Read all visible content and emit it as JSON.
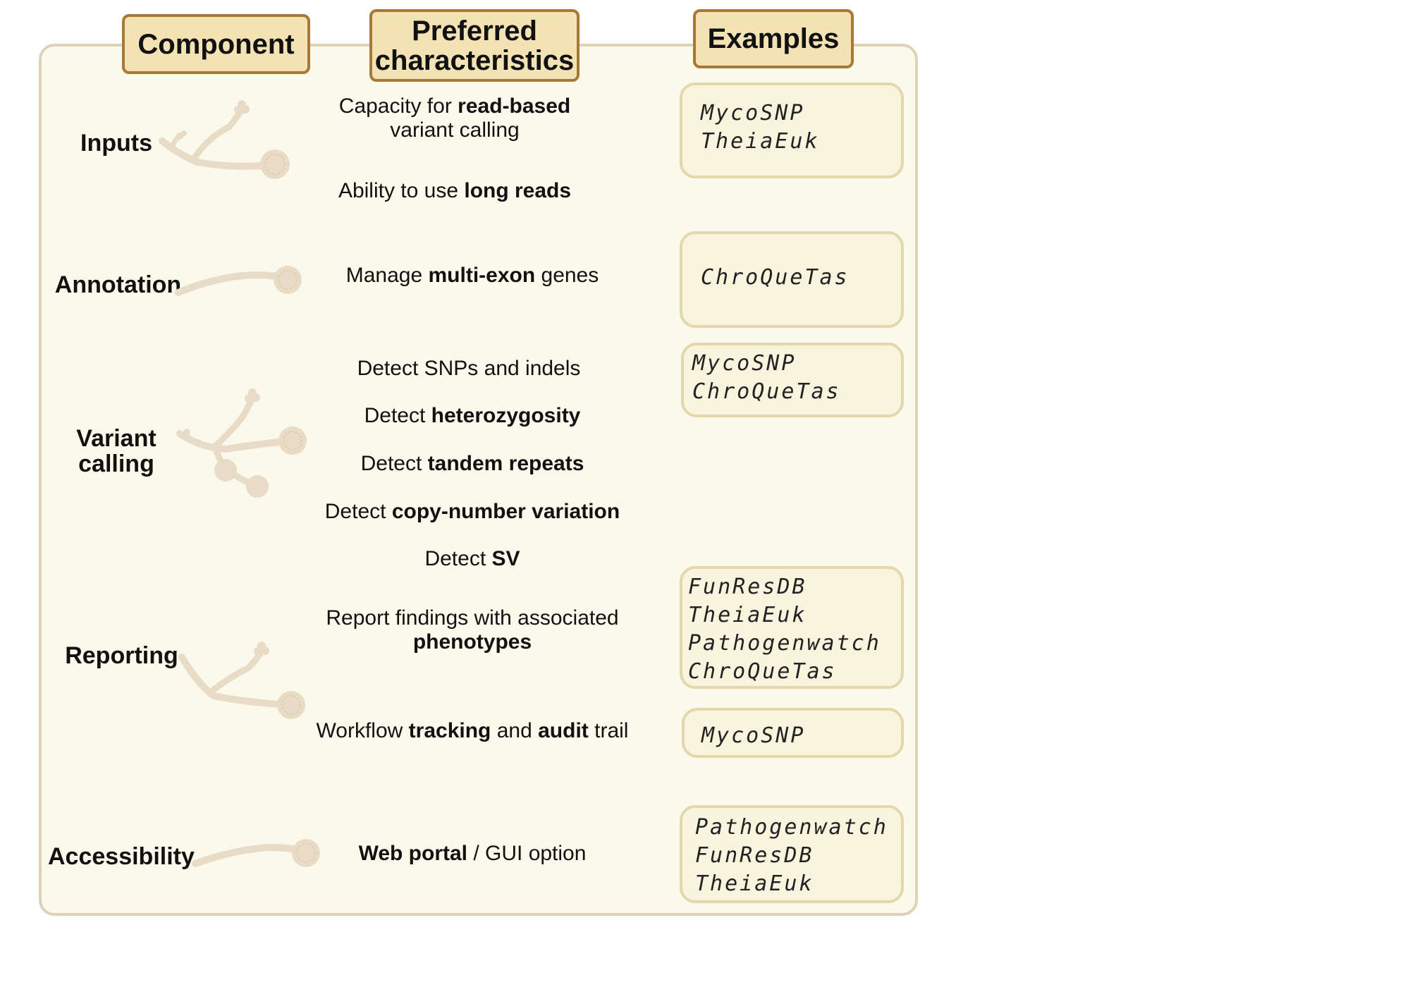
{
  "headers": {
    "component": "Component",
    "characteristics_line1": "Preferred",
    "characteristics_line2": "characteristics",
    "examples": "Examples"
  },
  "components": {
    "inputs": "Inputs",
    "annotation": "Annotation",
    "variant_line1": "Variant",
    "variant_line2": "calling",
    "reporting": "Reporting",
    "accessibility": "Accessibility"
  },
  "characteristics": {
    "read_based": {
      "pre": "Capacity for ",
      "bold": "read-based",
      "line2": "variant calling"
    },
    "long_reads": {
      "pre": "Ability to use ",
      "bold": "long reads"
    },
    "multi_exon": {
      "pre": "Manage ",
      "bold": "multi-exon",
      "post": " genes"
    },
    "snps_indels": {
      "text": "Detect SNPs and indels"
    },
    "heterozygosity": {
      "pre": "Detect ",
      "bold": "heterozygosity"
    },
    "tandem_repeats": {
      "pre": "Detect ",
      "bold": "tandem repeats"
    },
    "cnv": {
      "pre": "Detect ",
      "bold": "copy-number variation"
    },
    "sv": {
      "pre": "Detect ",
      "bold": "SV"
    },
    "phenotypes": {
      "line1": "Report findings with associated",
      "bold": "phenotypes"
    },
    "tracking": {
      "pre": "Workflow ",
      "bold1": "tracking",
      "mid": " and ",
      "bold2": "audit",
      "post": " trail"
    },
    "web_portal": {
      "bold": "Web portal",
      "post": " / GUI option"
    }
  },
  "examples": {
    "inputs": [
      "MycoSNP",
      "TheiaEuk"
    ],
    "annotation": [
      "ChroQueTas"
    ],
    "variant_calling": [
      "MycoSNP",
      "ChroQueTas"
    ],
    "reporting_phenotypes": [
      "FunResDB",
      "TheiaEuk",
      "Pathogenwatch",
      "ChroQueTas"
    ],
    "reporting_tracking": [
      "MycoSNP"
    ],
    "accessibility": [
      "Pathogenwatch",
      "FunResDB",
      "TheiaEuk"
    ]
  },
  "colors": {
    "panel_bg": "#fbf9ec",
    "panel_border": "#ddd4b8",
    "header_bg": "#f3e2b4",
    "header_border": "#a87934",
    "example_bg": "#f8f4de",
    "example_border": "#e3d7ab",
    "fungus": "#e8dcc6"
  },
  "icons": [
    "fungal-hypha-icon"
  ]
}
